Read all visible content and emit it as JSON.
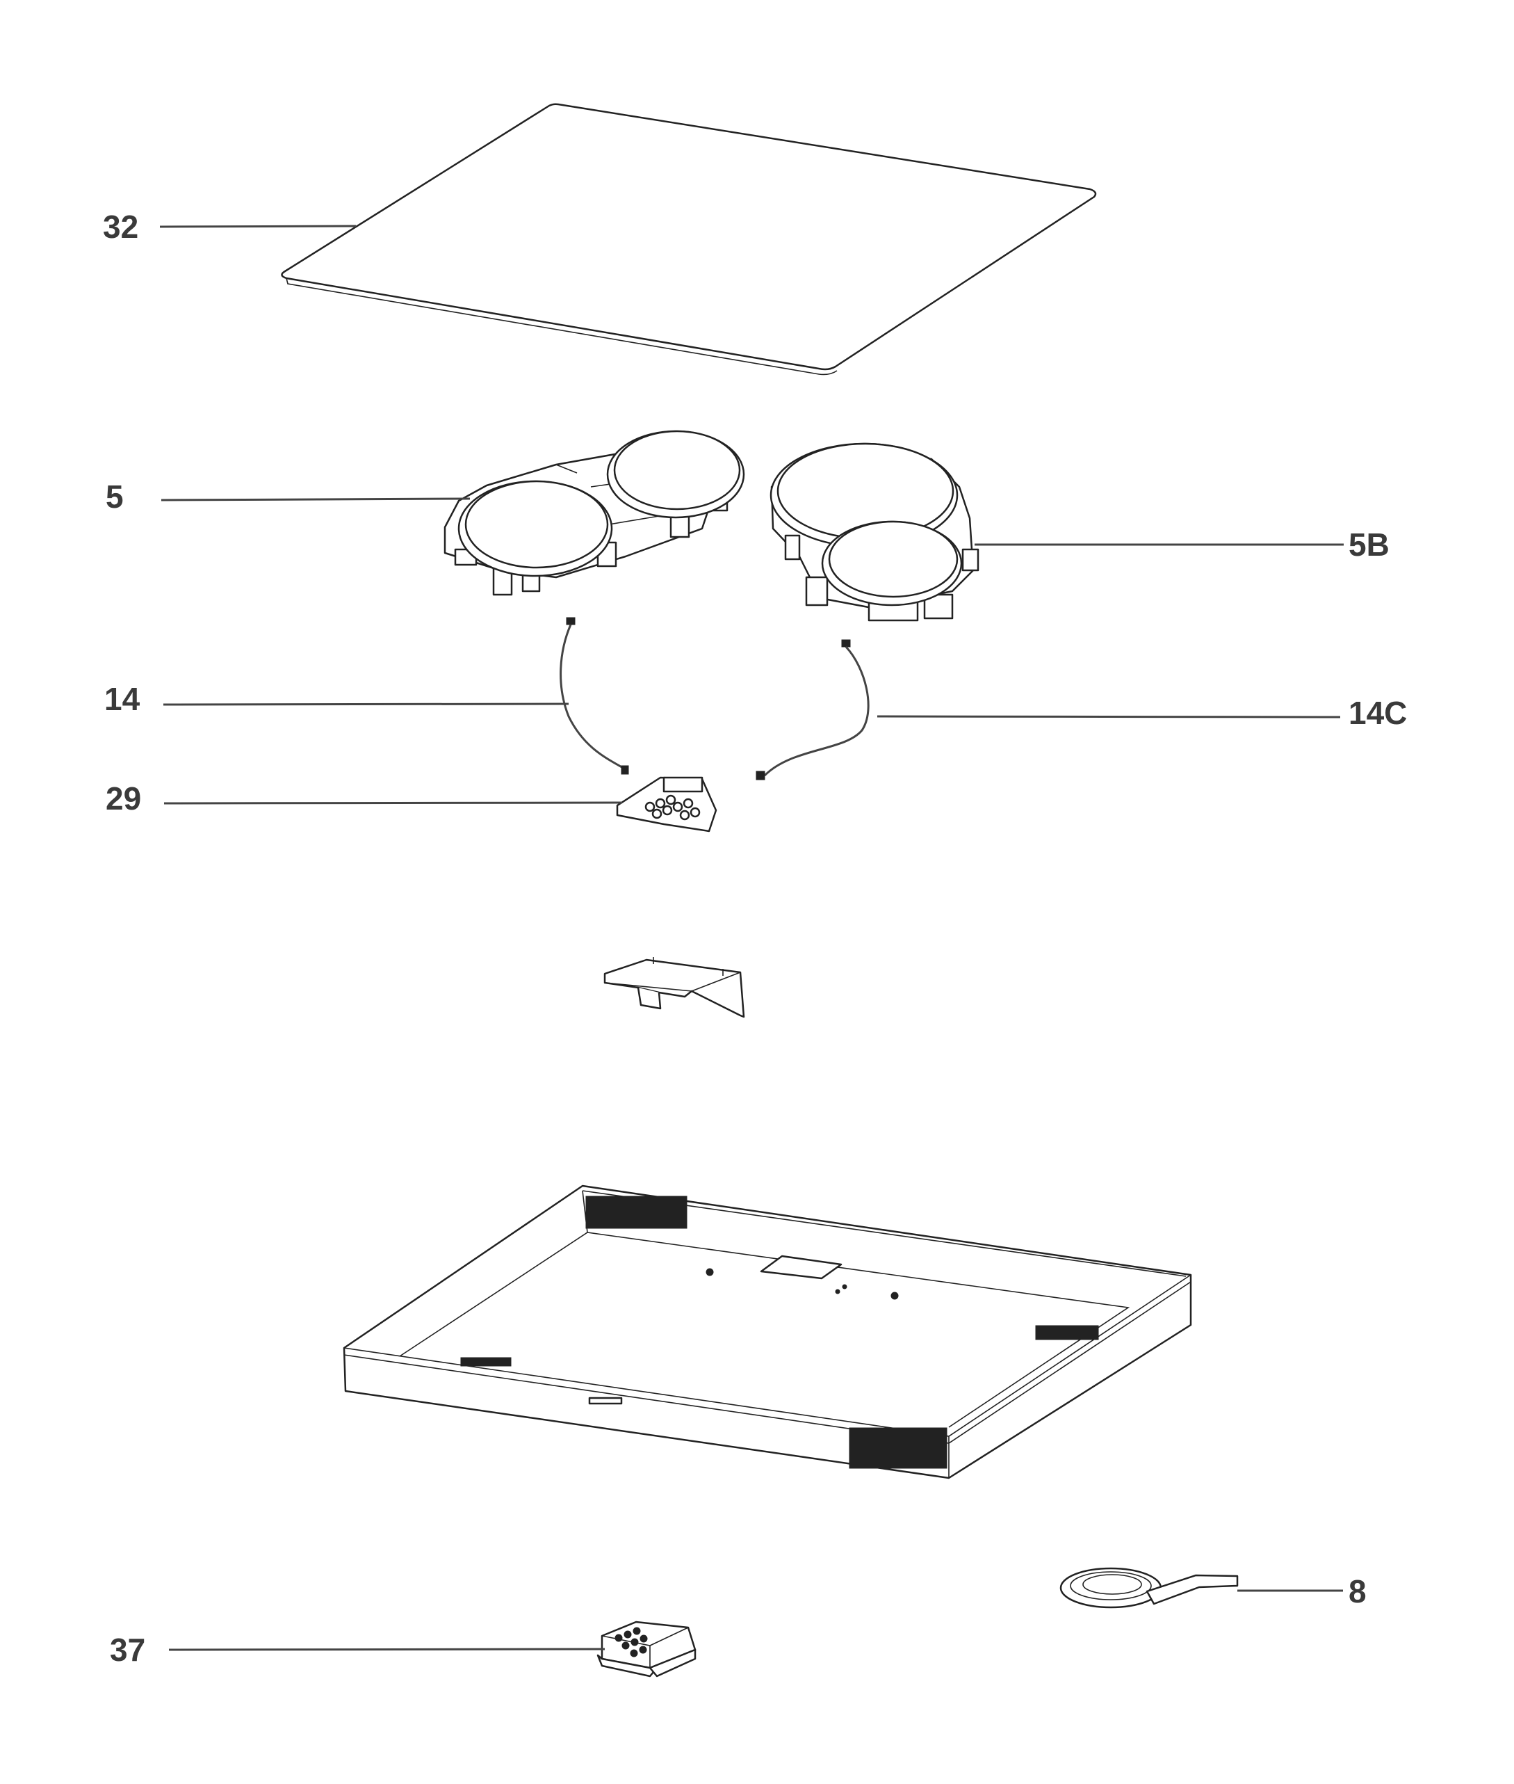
{
  "callouts": {
    "glass_top": "32",
    "heating_unit_left": "5",
    "heating_unit_right": "5B",
    "cable_left": "14",
    "cable_right": "14C",
    "control_board": "29",
    "gasket_tape": "8",
    "terminal_block": "37"
  },
  "colors": {
    "line": "#222222",
    "label": "#3a3a3a",
    "background": "#ffffff"
  }
}
